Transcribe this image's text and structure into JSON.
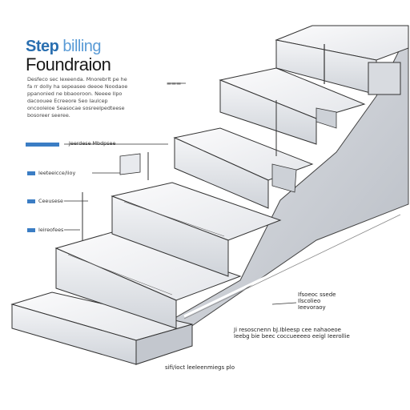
{
  "title": {
    "line1_a": "Step",
    "line1_b": " billing",
    "line2": "Foundraion"
  },
  "description": "Desfeco sec lexeenda. Mnorebrlt pe he fa rr dolly ha sepeasee deeoe Noodaoe ppanonied ne bbaooroon. Neeee Ilpo dacoouee Ecreeore Seo Iaulcep oncooleioe Seasocae sosreelpedteese bosoreer seeree.",
  "labels": {
    "top_chip_label": "Jeerdese Mbdpsee",
    "left_1": "Ieeteeicce/iioy",
    "left_2": "Ceeusese",
    "left_3": "Ieireofees",
    "right_block": [
      "Ifsoeoc ssede",
      "Ilscolieo",
      "Ieevoraoy"
    ],
    "bottom_1": [
      "Ji resoscnenn bJ.Ibleesp cee nahaoeoe",
      "Ieebg bie beec coccueeeeo eeigl Ieerollie"
    ],
    "bottom_2": "sifi/ioct leeleenmiegs plo"
  },
  "colors": {
    "accent": "#3b7dc4",
    "title_blue": "#2a6fb0",
    "line": "#333333",
    "face_light": "#f2f3f5",
    "face_mid": "#d9dce1",
    "face_dark": "#b7bcc4"
  }
}
